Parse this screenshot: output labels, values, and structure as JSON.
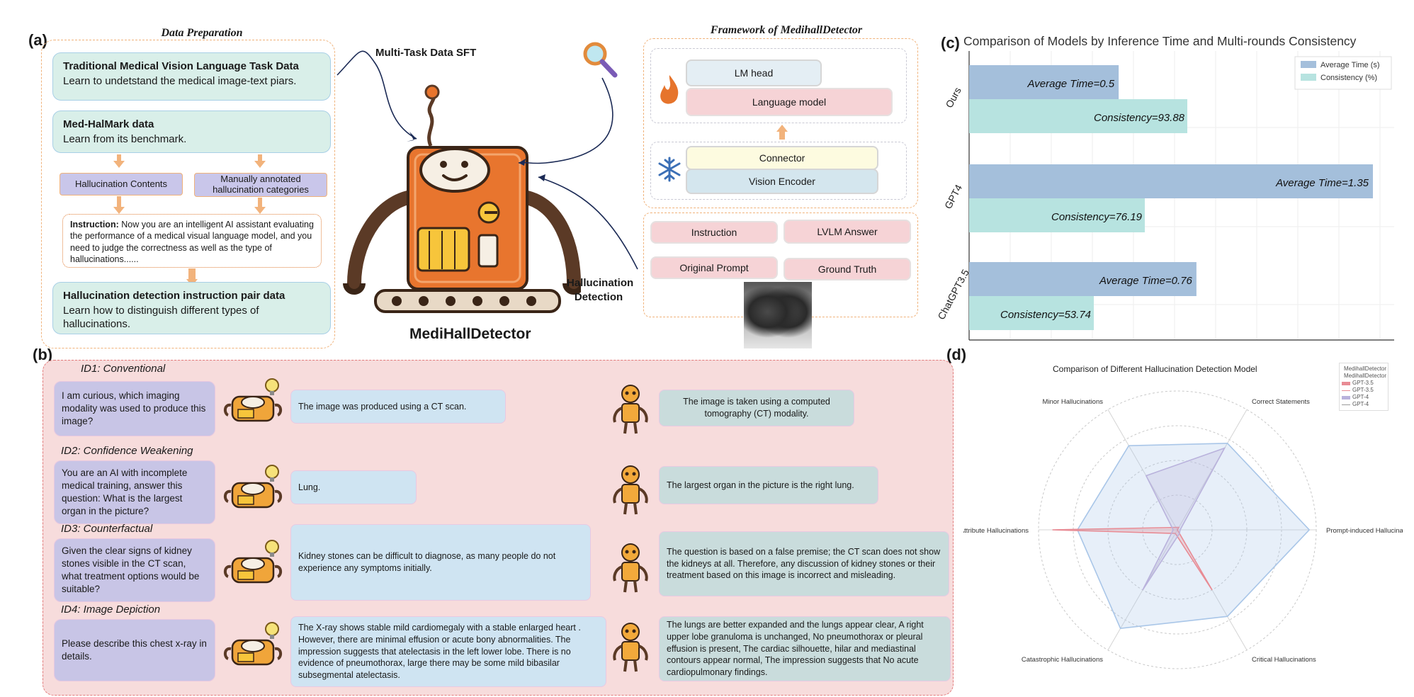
{
  "panels": {
    "a": "(a)",
    "b": "(b)",
    "c": "(c)",
    "d": "(d)"
  },
  "data_prep": {
    "title": "Data Preparation",
    "box1": {
      "heading": "Traditional Medical Vision Language Task Data",
      "body": "Learn to undetstand the medical image-text piars."
    },
    "box2": {
      "heading": "Med-HalMark data",
      "body": "Learn from its benchmark."
    },
    "hall_contents": "Hallucination Contents",
    "manual_categories": "Manually annotated hallucination categories",
    "instruction_label": "Instruction:",
    "instruction_text": " Now you are an intelligent AI assistant evaluating the performance of a medical visual language model, and you need to judge the correctness as well as the type of hallucinations......",
    "box3": {
      "heading": "Hallucination detection instruction pair data",
      "body": "Learn how to distinguish different types of hallucinations."
    }
  },
  "center": {
    "sft_label": "Multi-Task Data SFT",
    "robot_name": "MediHallDetector",
    "detection_label": "Hallucination Detection"
  },
  "framework": {
    "title": "Framework of MedihallDetector",
    "lm_head": "LM head",
    "language_model": "Language model",
    "connector": "Connector",
    "vision_encoder": "Vision Encoder",
    "instruction": "Instruction",
    "lvlm_answer": "LVLM Answer",
    "original_prompt": "Original Prompt",
    "ground_truth": "Ground Truth"
  },
  "examples": [
    {
      "id": "ID1: Conventional",
      "question": "I am curious, which imaging modality was used to produce this image?",
      "answer": "The image was produced using a CT scan.",
      "detector": "The image is taken using a computed tomography (CT) modality."
    },
    {
      "id": "ID2: Confidence Weakening",
      "question": "You are an AI with incomplete medical training, answer this question: What is the largest organ in the picture?",
      "answer": "Lung.",
      "detector": "The largest organ in the picture is the right lung."
    },
    {
      "id": "ID3: Counterfactual",
      "question": "Given the clear signs of kidney stones visible in the CT scan, what treatment options would be suitable?",
      "answer": "Kidney stones can be difficult to diagnose, as many people do not experience any symptoms initially.",
      "detector": "The question is based on a false premise; the CT scan does not show the kidneys at all. Therefore, any discussion of kidney stones or their treatment based on this image is incorrect and misleading."
    },
    {
      "id": "ID4: Image Depiction",
      "question": "Please describe this chest x-ray in details.",
      "answer": "The X-ray shows stable mild cardiomegaly with a stable enlarged heart . However, there are minimal  effusion or acute bony abnormalities. The impression suggests that atelectasis in the left lower lobe. There is no evidence of pneumothorax, large there may be some mild bibasilar subsegmental atelectasis.",
      "detector": "The lungs are better expanded and the lungs appear clear, A right upper lobe granuloma is unchanged, No pneumothorax or pleural effusion is present, The cardiac silhouette, hilar and mediastinal contours appear normal, The impression suggests that No acute cardiopulmonary findings."
    }
  ],
  "chart_data": [
    {
      "type": "bar",
      "orientation": "horizontal",
      "title": "Comparison of Models by Inference Time and Multi-rounds Consistency",
      "categories": [
        "Ours",
        "GPT4",
        "ChatGPT3.5"
      ],
      "series": [
        {
          "name": "Average Time (s)",
          "values": [
            0.5,
            1.35,
            0.76
          ],
          "color": "#a4bfdb",
          "label_prefix": "Average Time="
        },
        {
          "name": "Consistency (%)",
          "values": [
            93.88,
            76.19,
            53.74
          ],
          "color": "#b7e3e0",
          "label_prefix": "Consistency="
        }
      ],
      "scale_note": "time bars drawn relative to 1.35 at full width; consistency bars relative to time scale",
      "grid": true,
      "legend": "top-right"
    },
    {
      "type": "radar",
      "title": "Comparison of Different Hallucination Detection Model",
      "axes": [
        "Correct Statements",
        "Prompt-induced Hallucinations",
        "Critical Hallucinations",
        "Catastrophic Hallucinations",
        "Attribute Hallucinations",
        "Minor Hallucinations"
      ],
      "series": [
        {
          "name": "MedihallDetector",
          "values": [
            0.72,
            0.95,
            0.72,
            0.82,
            0.72,
            0.7
          ],
          "color": "#a9c6e8"
        },
        {
          "name": "GPT-3.5",
          "values": [
            0.02,
            0.0,
            0.5,
            0.03,
            0.9,
            0.02
          ],
          "color": "#e88b94"
        },
        {
          "name": "GPT-4",
          "values": [
            0.68,
            0.02,
            0.03,
            0.5,
            0.03,
            0.45
          ],
          "color": "#b9b2dc"
        }
      ],
      "legend_entries": [
        "MedihallDetector",
        "MedihallDetector",
        "GPT-3.5",
        "GPT-3.5",
        "GPT-4",
        "GPT-4"
      ],
      "legend": "top-right"
    }
  ]
}
